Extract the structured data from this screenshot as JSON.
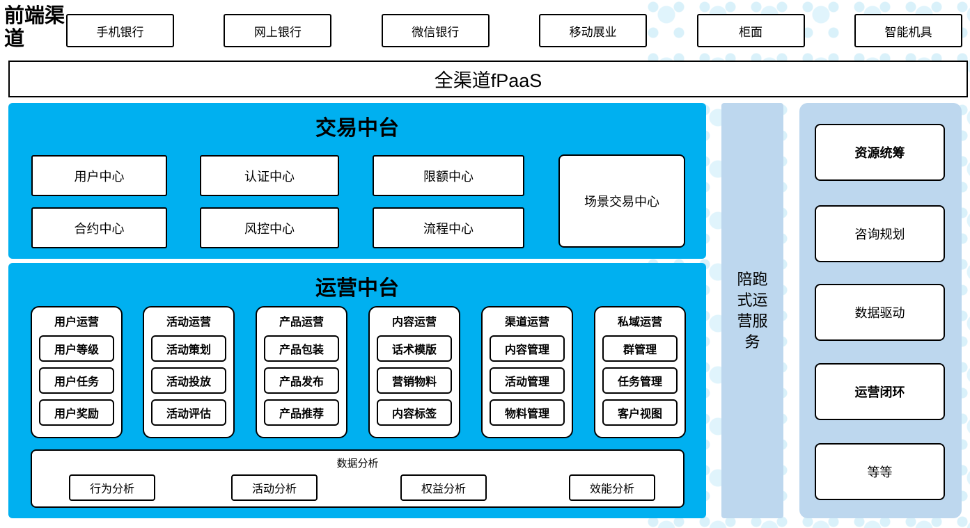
{
  "front_channels": {
    "label": "前端渠道",
    "items": [
      "手机银行",
      "网上银行",
      "微信银行",
      "移动展业",
      "柜面",
      "智能机具"
    ]
  },
  "fpaas_bar": {
    "label": "全渠道fPaaS"
  },
  "trade_platform": {
    "title": "交易中台",
    "centers": [
      "用户中心",
      "认证中心",
      "限额中心",
      "合约中心",
      "风控中心",
      "流程中心"
    ],
    "scenario_center": "场景交易中心"
  },
  "ops_platform": {
    "title": "运营中台",
    "groups": [
      {
        "title": "用户运营",
        "items": [
          "用户等级",
          "用户任务",
          "用户奖励"
        ]
      },
      {
        "title": "活动运营",
        "items": [
          "活动策划",
          "活动投放",
          "活动评估"
        ]
      },
      {
        "title": "产品运营",
        "items": [
          "产品包装",
          "产品发布",
          "产品推荐"
        ]
      },
      {
        "title": "内容运营",
        "items": [
          "话术模版",
          "营销物料",
          "内容标签"
        ]
      },
      {
        "title": "渠道运营",
        "items": [
          "内容管理",
          "活动管理",
          "物料管理"
        ]
      },
      {
        "title": "私域运营",
        "items": [
          "群管理",
          "任务管理",
          "客户视图"
        ]
      }
    ],
    "analysis": {
      "title": "数据分析",
      "items": [
        "行为分析",
        "活动分析",
        "权益分析",
        "效能分析"
      ]
    }
  },
  "companion_bar": {
    "label": "陪跑式运营服务"
  },
  "service_panel": {
    "items": [
      "资源统筹",
      "咨询规划",
      "数据驱动",
      "运营闭环",
      "等等"
    ]
  },
  "colors": {
    "platform_cyan": "#00b0f0",
    "side_light_blue": "#bdd7ee",
    "dot_light_cyan": "#daf1fa",
    "box_border": "#000000"
  }
}
